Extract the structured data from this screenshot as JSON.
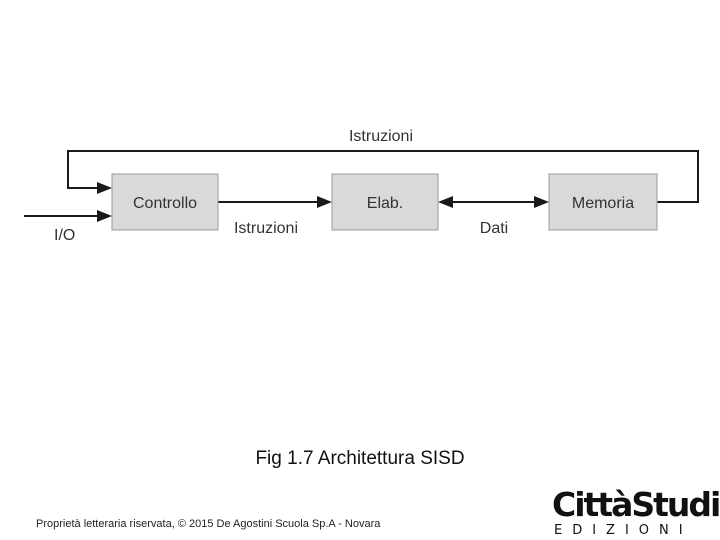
{
  "diagram": {
    "boxes": {
      "control": "Controllo",
      "processing": "Elab.",
      "memory": "Memoria"
    },
    "labels": {
      "top_instructions": "Istruzioni",
      "io": "I/O",
      "mid_instructions": "Istruzioni",
      "data": "Dati"
    },
    "colors": {
      "box_fill": "#d9d9d9",
      "box_border": "#9a9a9a",
      "line": "#1a1a1a"
    }
  },
  "caption": "Fig 1.7 Architettura SISD",
  "footer": "Proprietà letteraria riservata, © 2015 De Agostini Scuola Sp.A - Novara",
  "logo": {
    "main": "CittàStudi",
    "sub": "EDIZIONI"
  }
}
